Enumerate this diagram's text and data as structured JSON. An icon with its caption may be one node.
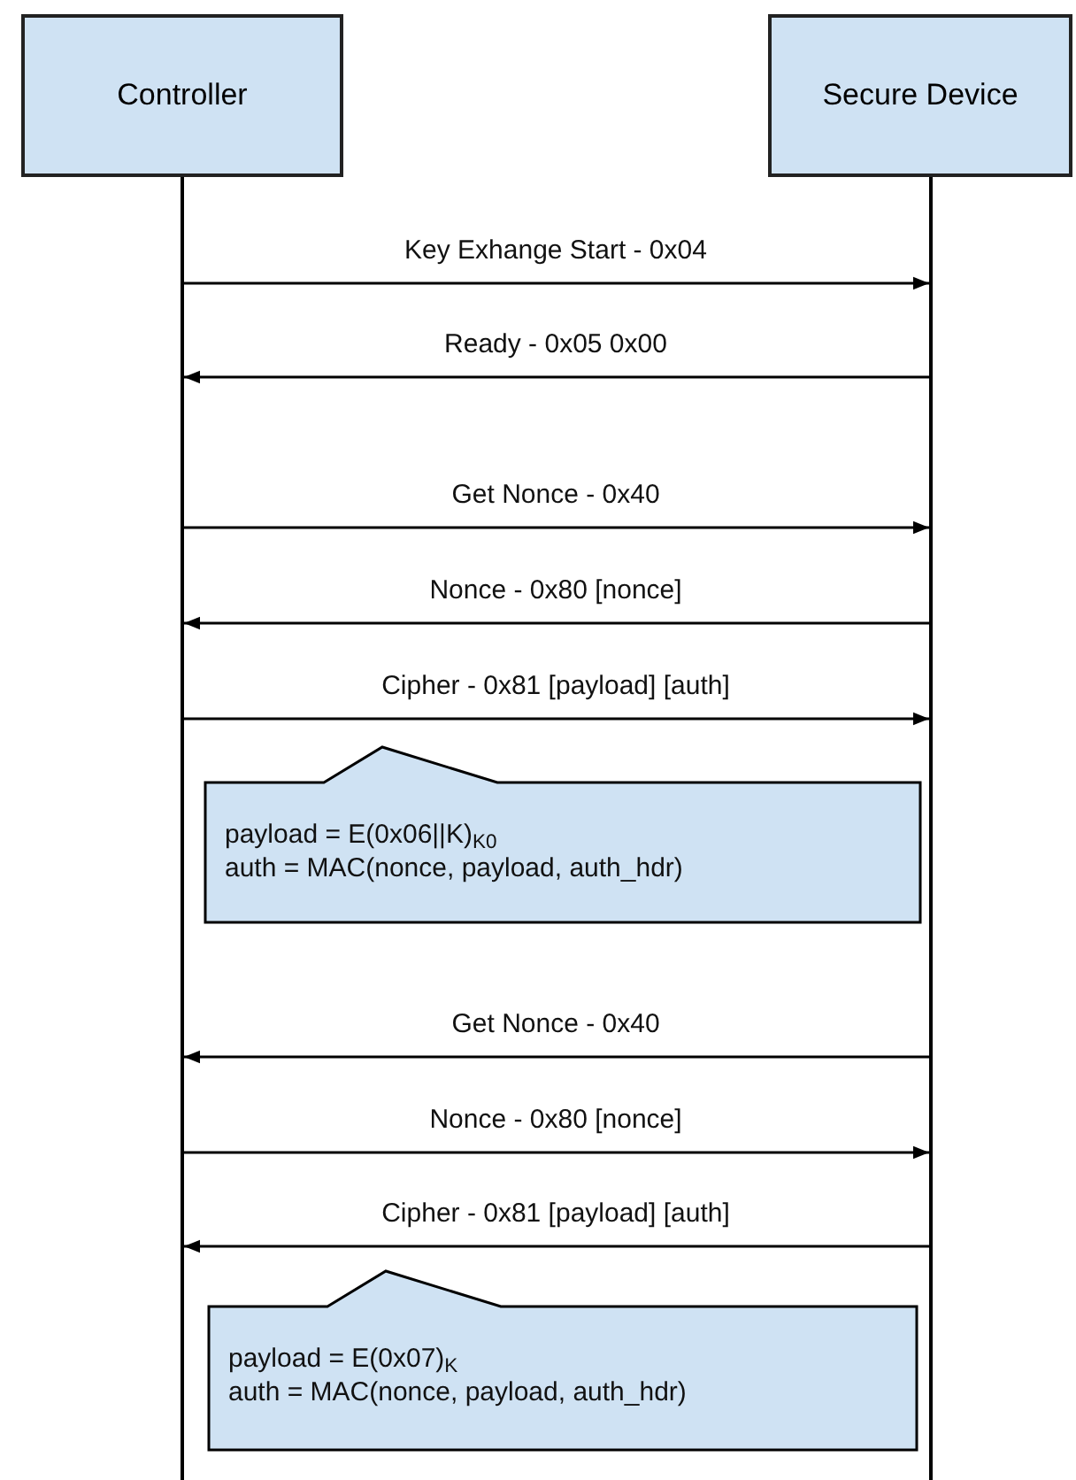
{
  "diagram": {
    "nodes": [
      {
        "text": [
          "Controller"
        ]
      },
      {
        "text": [
          "Secure Device"
        ]
      },
      {
        "text": [],
        "shape": "bar"
      },
      {
        "text": [],
        "shape": "bar"
      },
      {
        "text": [
          "payload = E(0x06||K)$_{K0}$",
          "auth = MAC(nonce, payload, auth_hdr)"
        ]
      },
      {
        "text": [
          "payload = E(0x07)$_{K}$",
          "auth = MAC(nonce, payload, auth_hdr)"
        ]
      }
    ],
    "edges": [
      {
        "from": 2,
        "to": 3,
        "arrow": "to",
        "label": "Key Exhange Start - 0x04"
      },
      {
        "from": 3,
        "to": 2,
        "arrow": "to",
        "label": "Ready - 0x05 0x00"
      },
      {
        "from": 2,
        "to": 3,
        "arrow": "to",
        "label": "Get Nonce - 0x40"
      },
      {
        "from": 3,
        "to": 2,
        "arrow": "to",
        "label": "Nonce - 0x80 [nonce]"
      },
      {
        "from": 2,
        "to": 3,
        "arrow": "to",
        "label": "Cipher - 0x81 [payload] [auth]"
      },
      {
        "from": 3,
        "to": 2,
        "arrow": "to",
        "label": "Get Nonce - 0x40"
      },
      {
        "from": 2,
        "to": 3,
        "arrow": "to",
        "label": "Nonce - 0x80 [nonce]"
      },
      {
        "from": 3,
        "to": 2,
        "arrow": "to",
        "label": "Cipher - 0x81 [payload] [auth]"
      }
    ]
  }
}
